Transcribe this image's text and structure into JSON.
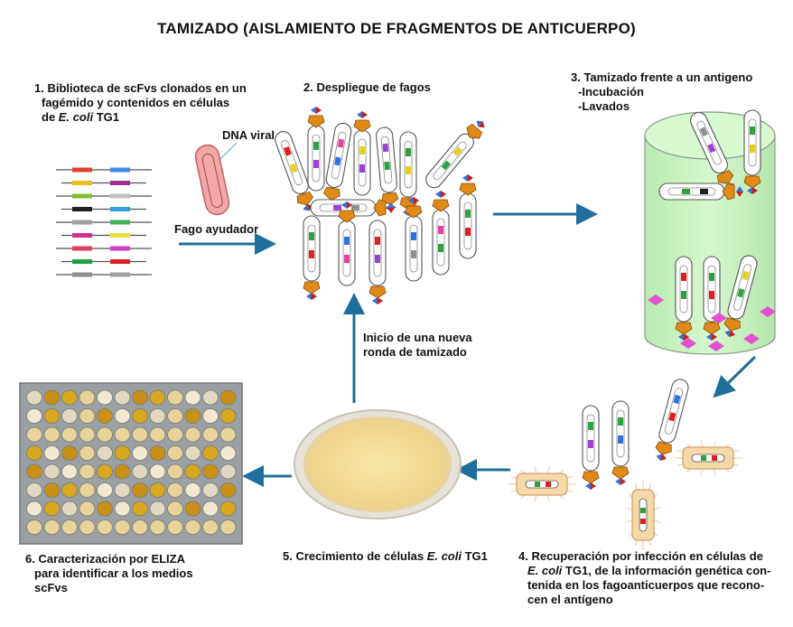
{
  "title": "TAMIZADO (AISLAMIENTO DE FRAGMENTOS DE ANTICUERPO)",
  "step1": {
    "line1": "1. Biblioteca de scFvs clonados en un",
    "line2": "fagémido y contenidos en células",
    "line3_pre": "de ",
    "line3_italic": "E. coli",
    "line3_post": " TG1"
  },
  "dna_viral_label": "DNA viral",
  "helper_phage_label": "Fago ayudador",
  "step2": {
    "label": "2. Despliegue de fagos"
  },
  "step3": {
    "line1": "3. Tamizado frente a un antigeno",
    "line2": "-Incubación",
    "line3": "-Lavados"
  },
  "new_round": {
    "line1": "Inicio de una nueva",
    "line2": "ronda de tamizado"
  },
  "step4": {
    "line1": "4. Recuperación por infección en células de",
    "line2_italic": "E. coli",
    "line2_post": " TG1, de la información genética con-",
    "line3": "tenida en los fagoanticuerpos que recono-",
    "line4": "cen el antígeno"
  },
  "step5": {
    "pre": "5. Crecimiento de células ",
    "italic": "E. coli",
    "post": " TG1"
  },
  "step6": {
    "line1": "6. Caracterización por ELIZA",
    "line2": "para identificar a los medios",
    "line3": "scFvs"
  },
  "colors": {
    "arrow": "#1f6e9c",
    "cylinder": "#c9f2c0",
    "antigen": "#e052d0",
    "phage_head": "#e08a1a",
    "plate_agar": "#f2dc8a"
  },
  "library_bands": [
    [
      "#e0402a",
      "#3a8ee0"
    ],
    [
      "#e8c020",
      "#a03090"
    ],
    [
      "#80c030",
      "#c0c0c0"
    ],
    [
      "#202020",
      "#30a0e0"
    ],
    [
      "#a0a0a0",
      "#40b060"
    ],
    [
      "#d03090",
      "#e8e040"
    ],
    [
      "#e04060",
      "#d040c0"
    ],
    [
      "#20a040",
      "#e02020"
    ],
    [
      "#909090",
      "#a0a0a0"
    ]
  ]
}
